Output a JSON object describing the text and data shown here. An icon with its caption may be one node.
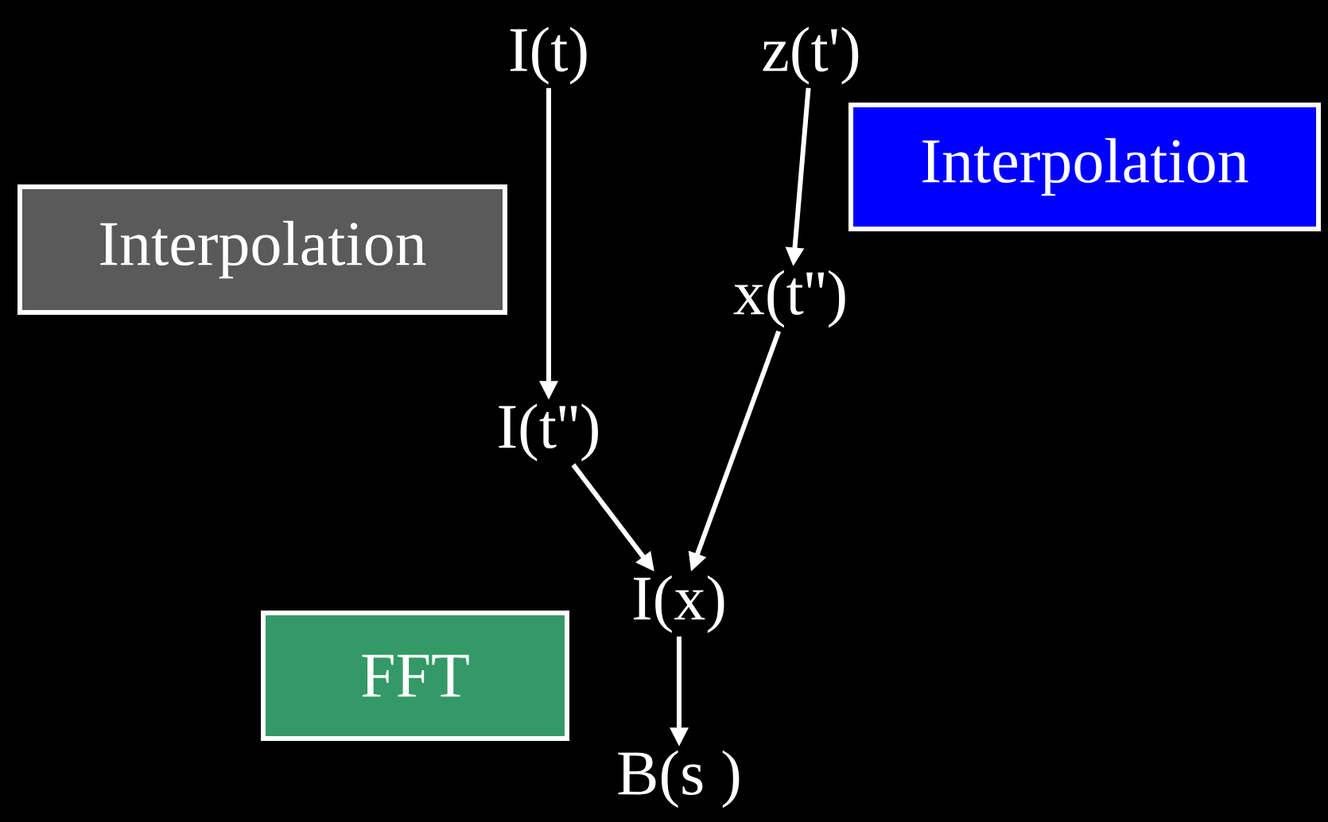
{
  "diagram": {
    "nodes": [
      {
        "text": [
          "I(t)"
        ]
      },
      {
        "text": [
          "z(t')"
        ]
      },
      {
        "text": [
          "Interpolation"
        ]
      },
      {
        "text": [
          "Interpolation"
        ]
      },
      {
        "text": [
          "x(t'')"
        ]
      },
      {
        "text": [
          "I(t'')"
        ]
      },
      {
        "text": [
          "I(x)"
        ]
      },
      {
        "text": [
          "FFT"
        ]
      },
      {
        "text": [
          "B(s )"
        ]
      }
    ],
    "edges": [
      {
        "from": 0,
        "to": 5,
        "arrow": "to"
      },
      {
        "from": 1,
        "to": 4,
        "arrow": "to"
      },
      {
        "from": 4,
        "to": 6,
        "arrow": "to"
      },
      {
        "from": 5,
        "to": 6,
        "arrow": "to"
      },
      {
        "from": 6,
        "to": 8,
        "arrow": "to"
      }
    ]
  }
}
